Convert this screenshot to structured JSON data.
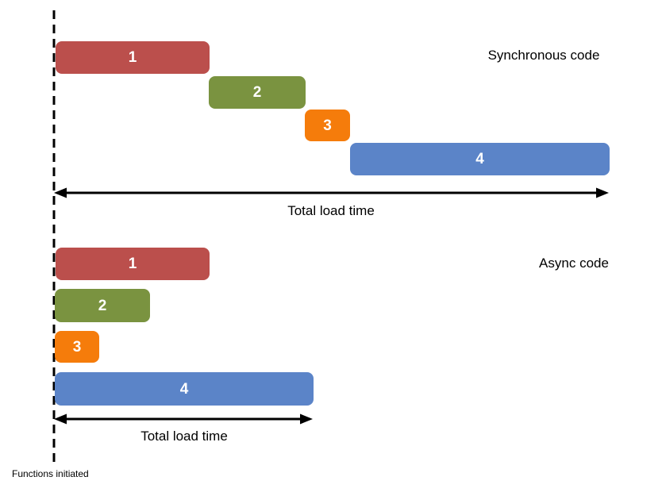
{
  "sync": {
    "section_label": "Synchronous code",
    "total_label": "Total load time",
    "bars": [
      {
        "label": "1",
        "color": "#BB4F4C"
      },
      {
        "label": "2",
        "color": "#7A9340"
      },
      {
        "label": "3",
        "color": "#F57C0B"
      },
      {
        "label": "4",
        "color": "#5B84C8"
      }
    ]
  },
  "async": {
    "section_label": "Async code",
    "total_label": "Total load time",
    "bars": [
      {
        "label": "1",
        "color": "#BB4F4C"
      },
      {
        "label": "2",
        "color": "#7A9340"
      },
      {
        "label": "3",
        "color": "#F57C0B"
      },
      {
        "label": "4",
        "color": "#5B84C8"
      }
    ]
  },
  "axis": {
    "origin_label": "Functions initiated"
  },
  "colors": {
    "bar_red": "#BB4F4C",
    "bar_green": "#7A9340",
    "bar_orange": "#F57C0B",
    "bar_blue": "#5B84C8",
    "line": "#000000",
    "background": "#FFFFFF",
    "bar_text": "#FFFFFF"
  }
}
